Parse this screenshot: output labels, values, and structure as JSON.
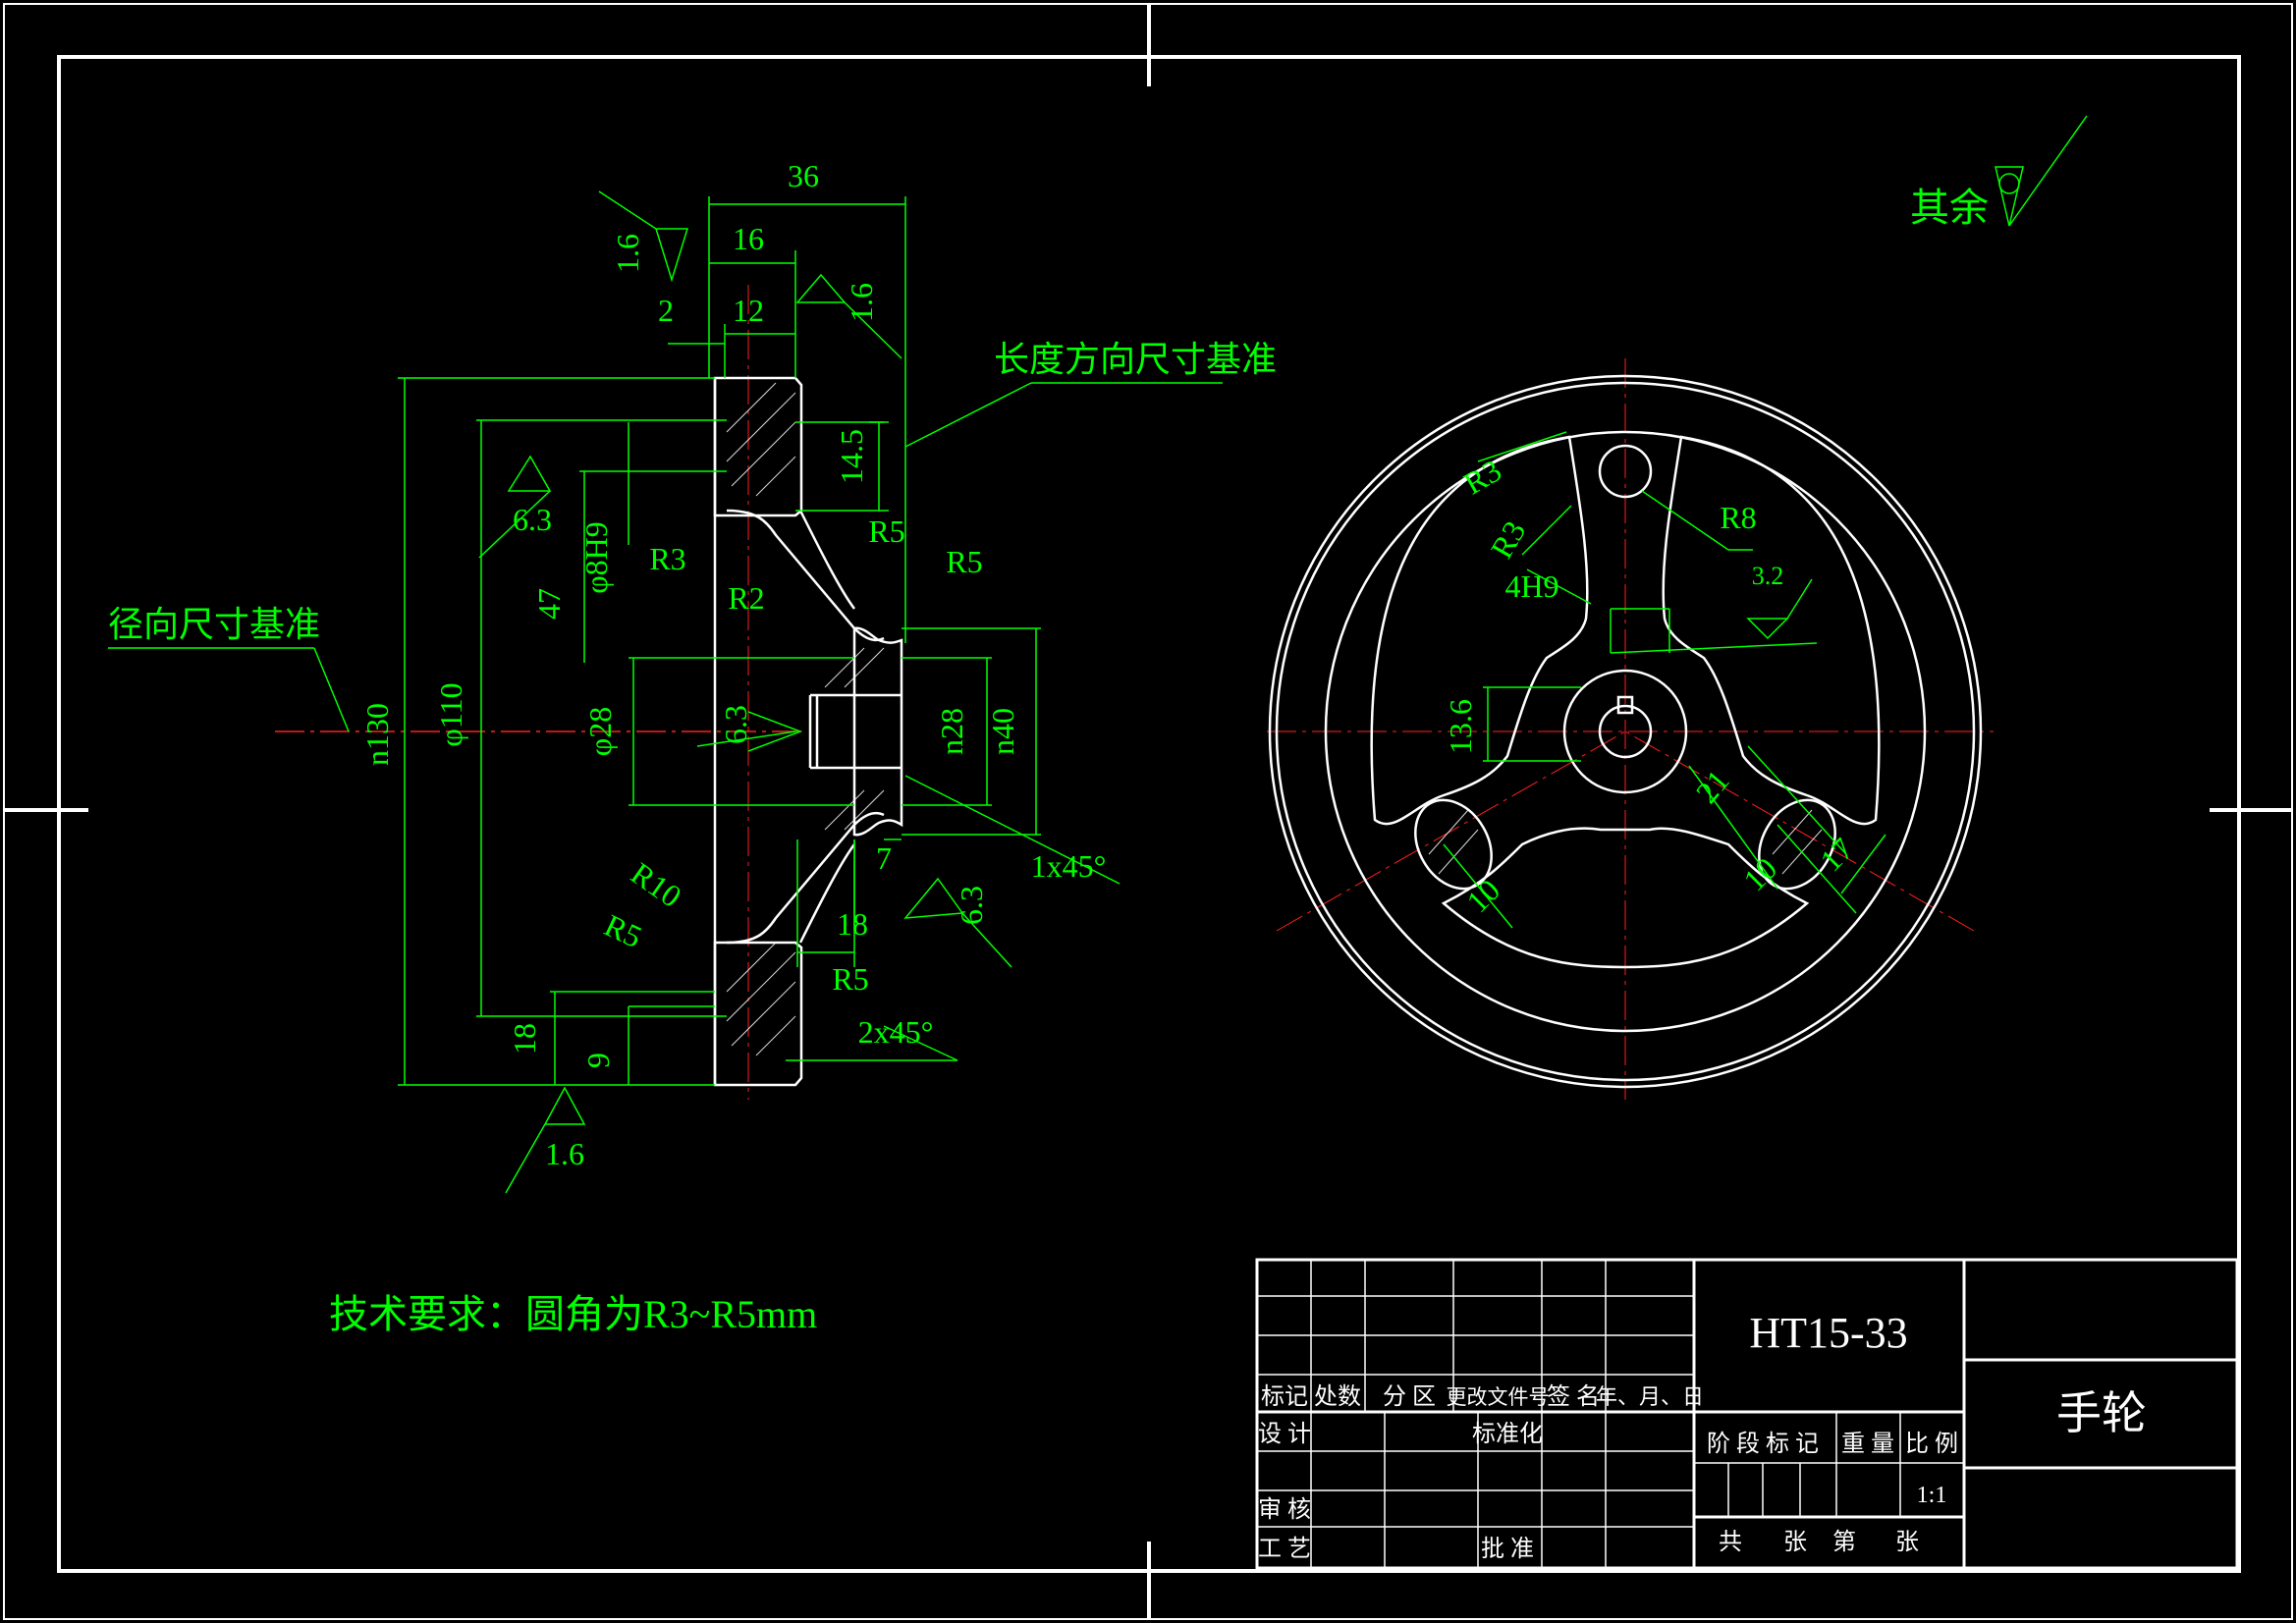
{
  "title_block": {
    "drawing_number": "HT15-33",
    "part_name": "手轮",
    "scale": "1:1",
    "labels": {
      "mark": "标记",
      "count": "处数",
      "zone": "分 区",
      "change_doc": "更改文件号",
      "signature": "签 名",
      "date": "年、月、日",
      "design": "设 计",
      "standardize": "标准化",
      "stage_mark": "阶 段 标 记",
      "weight": "重 量",
      "ratio": "比 例",
      "review": "审 核",
      "process": "工 艺",
      "approve": "批 准",
      "sheets_total": "共",
      "sheets_total_unit": "张",
      "sheet_no": "第",
      "sheet_no_unit": "张"
    }
  },
  "notes": {
    "tech_requirement": "技术要求：圆角为R3~R5mm",
    "other_surfaces": "其余",
    "length_datum": "长度方向尺寸基准",
    "radial_datum": "径向尺寸基准"
  },
  "section_view": {
    "dims": {
      "d36": "36",
      "d16": "16",
      "d12": "12",
      "d2": "2",
      "d14_5": "14.5",
      "d47": "47",
      "d9": "9",
      "d18": "18",
      "d18b": "18",
      "d7": "7",
      "n130": "n130",
      "phi110": "φ110",
      "phi8H9": "φ8H9",
      "phi28": "φ28",
      "n28": "n28",
      "n40": "n40",
      "R3": "R3",
      "R2": "R2",
      "R5a": "R5",
      "R5b": "R5",
      "R5c": "R5",
      "R5d": "R5",
      "R10": "R10",
      "ch1": "1x45°",
      "ch2": "2x45°"
    },
    "roughness": {
      "r1": "1.6",
      "r2": "1.6",
      "r3": "6.3",
      "r4": "6.3",
      "r5": "6.3",
      "r6": "1.6"
    }
  },
  "front_view": {
    "dims": {
      "R3a": "R3",
      "R3b": "R3",
      "R8": "R8",
      "hole": "4H9",
      "d13_6": "13.6",
      "d21": "21",
      "d10a": "10",
      "d10b": "10",
      "d17": "17"
    },
    "roughness": {
      "r1": "3.2"
    }
  }
}
